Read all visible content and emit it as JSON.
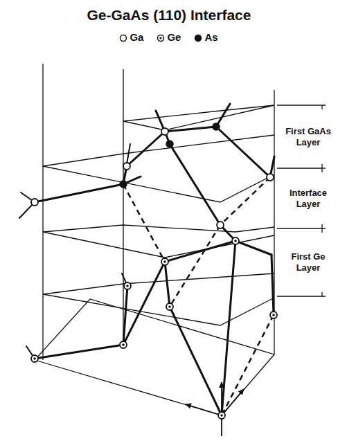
{
  "diagram": {
    "title": "Ge-GaAs (110) Interface",
    "labels": [
      "First GaAs Layer",
      "Interface Layer",
      "First Ge Layer"
    ],
    "legend": [
      {
        "text": "Ga"
      },
      {
        "text": "Ge"
      },
      {
        "text": "As"
      }
    ]
  }
}
